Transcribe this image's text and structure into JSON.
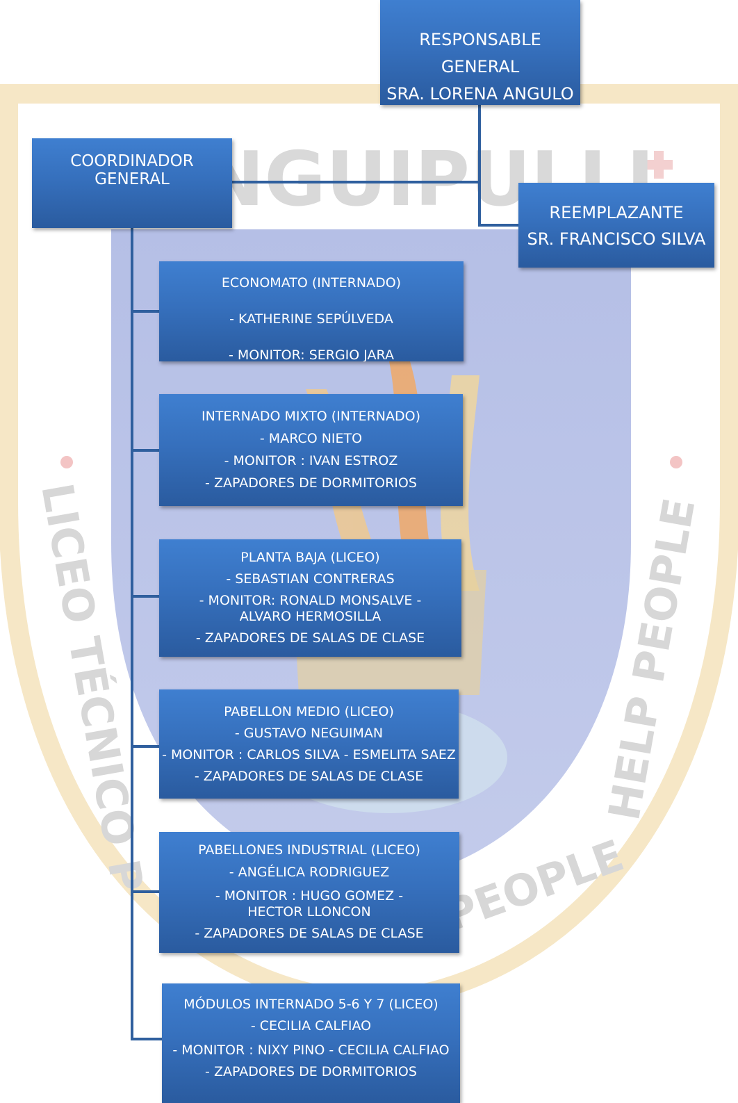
{
  "watermark": {
    "top_text": "NGUIPULLI",
    "left_text": "LICEO TÉCNICO P",
    "right_text": "HELP PEOPLE",
    "bottom_text": "PEOPLE"
  },
  "colors": {
    "box_fill": "#3670bd",
    "connector": "#2f5f9e",
    "text": "#ffffff"
  },
  "top": {
    "line1": "RESPONSABLE GENERAL",
    "line2": "SRA.  LORENA ANGULO"
  },
  "coordinator": {
    "line1": "COORDINADOR",
    "line2": "GENERAL"
  },
  "replacement": {
    "line1": "REEMPLAZANTE",
    "line2": "SR. FRANCISCO SILVA"
  },
  "units": [
    {
      "title": "ECONOMATO  (INTERNADO)",
      "lines": [
        "- KATHERINE SEPÚLVEDA",
        "- MONITOR: SERGIO  JARA"
      ]
    },
    {
      "title": "INTERNADO MIXTO (INTERNADO)",
      "lines": [
        "- MARCO NIETO",
        "- MONITOR : IVAN ESTROZ",
        "- ZAPADORES DE DORMITORIOS"
      ]
    },
    {
      "title": "PLANTA BAJA  (LICEO)",
      "lines": [
        "- SEBASTIAN CONTRERAS",
        "- MONITOR: RONALD MONSALVE - ALVARO HERMOSILLA",
        "- ZAPADORES DE SALAS DE CLASE"
      ]
    },
    {
      "title": "PABELLON MEDIO (LICEO)",
      "lines": [
        "- GUSTAVO NEGUIMAN",
        "- MONITOR :  CARLOS SILVA - ESMELITA SAEZ",
        "- ZAPADORES DE SALAS DE CLASE"
      ]
    },
    {
      "title": "PABELLONES INDUSTRIAL (LICEO)",
      "lines": [
        "- ANGÉLICA RODRIGUEZ",
        "- MONITOR : HUGO GOMEZ - HECTOR LLONCON",
        "- ZAPADORES DE SALAS DE CLASE"
      ]
    },
    {
      "title": "MÓDULOS INTERNADO 5-6 Y 7 (LICEO)",
      "lines": [
        "- CECILIA CALFIAO",
        "- MONITOR : NIXY PINO - CECILIA CALFIAO",
        "- ZAPADORES DE DORMITORIOS"
      ]
    }
  ]
}
